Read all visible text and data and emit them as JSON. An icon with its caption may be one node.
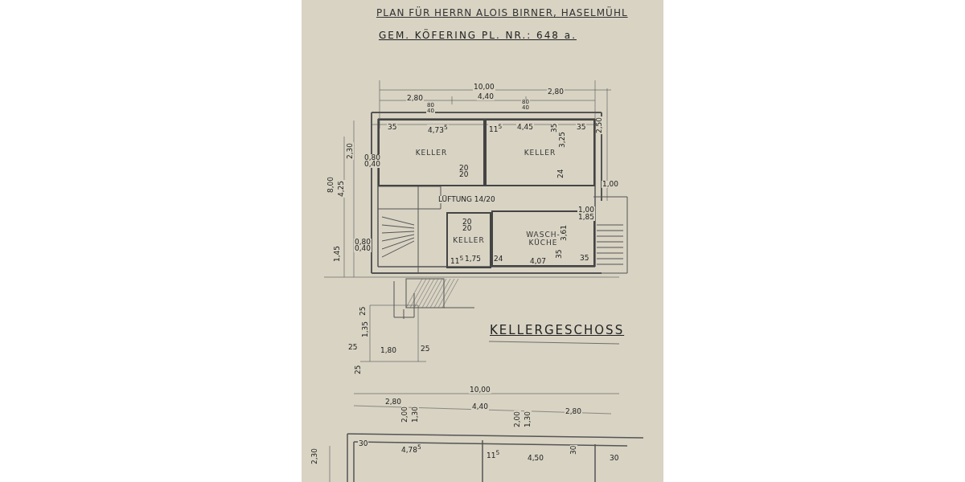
{
  "diagram": {
    "title": "PLAN FÜR HERRN ALOIS BIRNER, HASELMÜHL",
    "nodes": [
      {
        "text": [
          "KELLER"
        ]
      },
      {
        "text": [
          "KELLER"
        ]
      },
      {
        "text": [
          "KELLER"
        ]
      },
      {
        "text": [
          "WASCH- KÜCHE"
        ]
      }
    ],
    "edges": [],
    "labels": [
      "GEM. KÖFERING PL. NR.: 648 a.",
      "10,00",
      "2,80",
      "4,40",
      "2,80",
      "80",
      "40",
      "80",
      "40",
      "35",
      "4,73$^{5}$",
      "11$^{5}$",
      "4,45",
      "35",
      "35",
      "2,50",
      "2,30",
      "0,80",
      "0,40",
      "3,25",
      "20",
      "20",
      "24",
      "8,00",
      "4,25",
      "1,00",
      "LÜFTUNG 14/20",
      "20",
      "20",
      "1,00",
      "1,85",
      "0,80",
      "0,40",
      "1,45",
      "3,61",
      "11$^{5}$",
      "1,75",
      "24",
      "4,07",
      "35",
      "35",
      "KELLERGESCHOSS",
      "25",
      "25",
      "1,35",
      "1,80",
      "25",
      "25",
      "10,00",
      "2,80",
      "4,40",
      "2,80",
      "2,00",
      "1,30",
      "2,00",
      "1,30",
      "2,30",
      "30",
      "4,78$^{5}$",
      "11$^{5}$",
      "4,50",
      "30",
      "30"
    ]
  }
}
